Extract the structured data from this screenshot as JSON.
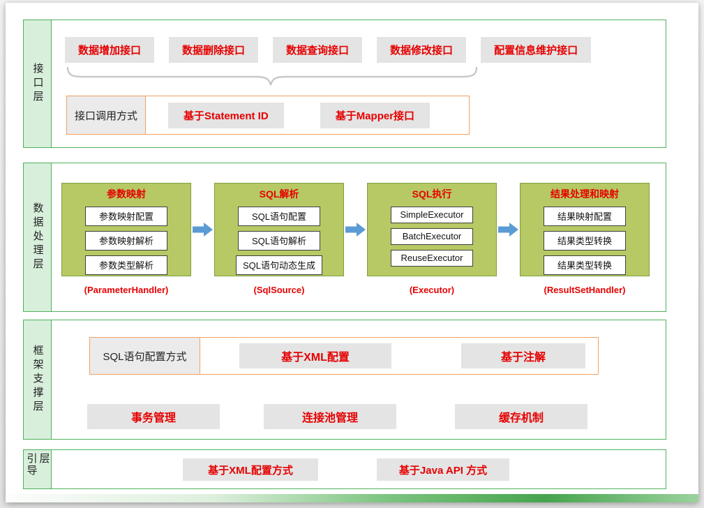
{
  "layers": {
    "interface": {
      "label": "接口层",
      "api_buttons": [
        "数据增加接口",
        "数据删除接口",
        "数据查询接口",
        "数据修改接口",
        "配置信息维护接口"
      ],
      "call_method": {
        "label": "接口调用方式",
        "options": [
          "基于Statement ID",
          "基于Mapper接口"
        ]
      }
    },
    "data_processing": {
      "label": "数据处理层",
      "modules": [
        {
          "title": "参数映射",
          "items": [
            "参数映射配置",
            "参数映射解析",
            "参数类型解析"
          ],
          "caption": "(ParameterHandler)"
        },
        {
          "title": "SQL解析",
          "items": [
            "SQL语句配置",
            "SQL语句解析",
            "SQL语句动态生成"
          ],
          "caption": "(SqlSource)"
        },
        {
          "title": "SQL执行",
          "items": [
            "SimpleExecutor",
            "BatchExecutor",
            "ReuseExecutor"
          ],
          "caption": "(Executor)"
        },
        {
          "title": "结果处理和映射",
          "items": [
            "结果映射配置",
            "结果类型转换",
            "结果类型转换"
          ],
          "caption": "(ResultSetHandler)"
        }
      ]
    },
    "framework_support": {
      "label": "框架支撑层",
      "sql_config": {
        "label": "SQL语句配置方式",
        "options": [
          "基于XML配置",
          "基于注解"
        ]
      },
      "features": [
        "事务管理",
        "连接池管理",
        "缓存机制"
      ]
    },
    "bootstrap": {
      "label": "引导层",
      "options": [
        "基于XML配置方式",
        "基于Java API 方式"
      ]
    }
  },
  "colors": {
    "red": "#e60000",
    "green-border": "#4eb15a",
    "label-bg": "#d8efdc",
    "btn-bg": "#e4e4e4",
    "module-bg": "#b6c964",
    "module-border": "#7fa03f",
    "arrow-blue": "#5b9bd5",
    "orange": "#f0a064",
    "brace": "#c8c8c8"
  }
}
